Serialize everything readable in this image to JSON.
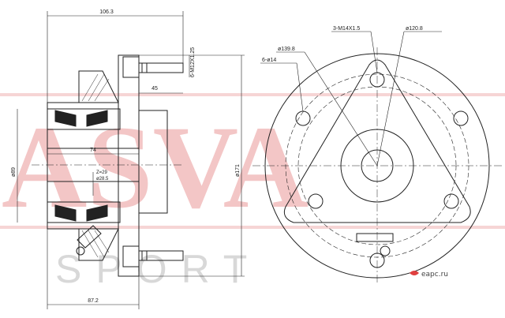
{
  "watermark": {
    "main": "ASVA",
    "sub": "SPORT",
    "logo_text": "eapc.ru"
  },
  "dimensions": {
    "overall_length": "106.3",
    "bolt_thread": "6-M12X1.25",
    "flange_offset": "45",
    "bore_depth": "74",
    "diameter_left": "ø89",
    "diameter_right": "ø171",
    "bottom_length": "87.2",
    "tooth_count": "Z=29",
    "spline_diameter": "ø28.5"
  },
  "front_view": {
    "hole_spec": "6-ø14",
    "thread_spec": "3-M14X1.5",
    "pcd_outer": "ø139.8",
    "pcd_inner": "ø120.8"
  },
  "colors": {
    "line": "#222222",
    "watermark_red": "#f3c6c6",
    "watermark_grey": "#d8d8d8"
  }
}
